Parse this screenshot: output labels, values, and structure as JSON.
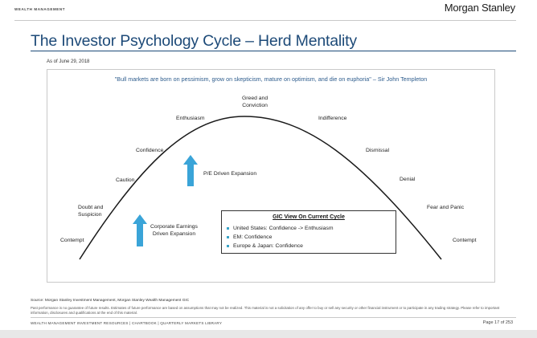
{
  "header": {
    "division": "WEALTH MANAGEMENT",
    "brand": "Morgan Stanley"
  },
  "slide": {
    "title": "The Investor Psychology Cycle – Herd Mentality",
    "as_of": "As of June 29, 2018",
    "quote": "\"Bull markets are born on pessimism, grow on skepticism, mature on optimism, and die on euphoria\" – Sir John Templeton"
  },
  "cycle": {
    "labels": {
      "contempt_left": "Contempt",
      "doubt_line1": "Doubt and",
      "doubt_line2": "Suspicion",
      "caution": "Caution",
      "confidence": "Confidence",
      "enthusiasm": "Enthusiasm",
      "greed_line1": "Greed and",
      "greed_line2": "Conviction",
      "indifference": "Indifference",
      "dismissal": "Dismissal",
      "denial": "Denial",
      "fear": "Fear and Panic",
      "contempt_right": "Contempt"
    },
    "arrows": {
      "pe": "P/E Driven Expansion",
      "earnings_line1": "Corporate Earnings",
      "earnings_line2": "Driven Expansion"
    },
    "colors": {
      "curve": "#1a1a1a",
      "arrow": "#3aa4d8"
    }
  },
  "gic": {
    "title": "GIC View On Current Cycle",
    "items": [
      "United States: Confidence -> Enthusiasm",
      "EM: Confidence",
      "Europe & Japan: Confidence"
    ]
  },
  "footer": {
    "source": "Source: Morgan Stanley Investment Management, Morgan Stanley Wealth Management GIC",
    "disclaimer": "Past performance is no guarantee of future results. Estimates of future performance are based on assumptions that may not be realized. This material is not a solicitation of any offer to buy or sell any security or other financial instrument or to participate in any trading strategy. Please refer to important information, disclosures and qualifications at the end of this material.",
    "resources": "WEALTH MANAGEMENT INVESTMENT RESOURCES | CHARTBOOK | QUARTERLY MARKETS LIBRARY",
    "page": "Page 17 of 253"
  }
}
